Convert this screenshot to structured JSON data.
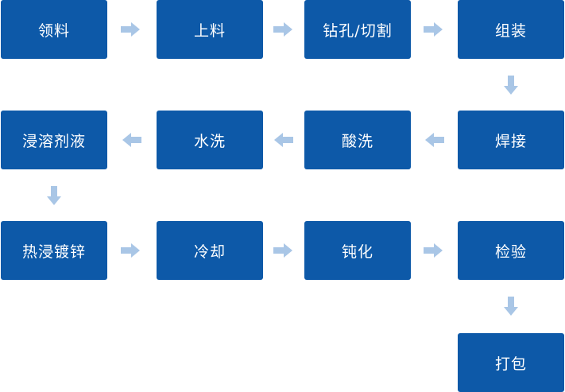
{
  "colors": {
    "box": "#0d59a8",
    "arrow": "#a9c6e6",
    "text": "#ffffff"
  },
  "steps": [
    {
      "label": "领料"
    },
    {
      "label": "上料"
    },
    {
      "label": "钻孔/切割"
    },
    {
      "label": "组装"
    },
    {
      "label": "焊接"
    },
    {
      "label": "酸洗"
    },
    {
      "label": "水洗"
    },
    {
      "label": "浸溶剂液"
    },
    {
      "label": "热浸镀锌"
    },
    {
      "label": "冷却"
    },
    {
      "label": "钝化"
    },
    {
      "label": "检验"
    },
    {
      "label": "打包"
    }
  ],
  "arrows": [
    {
      "direction": "right"
    },
    {
      "direction": "right"
    },
    {
      "direction": "right"
    },
    {
      "direction": "down"
    },
    {
      "direction": "left"
    },
    {
      "direction": "left"
    },
    {
      "direction": "left"
    },
    {
      "direction": "down"
    },
    {
      "direction": "right"
    },
    {
      "direction": "right"
    },
    {
      "direction": "right"
    },
    {
      "direction": "down"
    }
  ]
}
